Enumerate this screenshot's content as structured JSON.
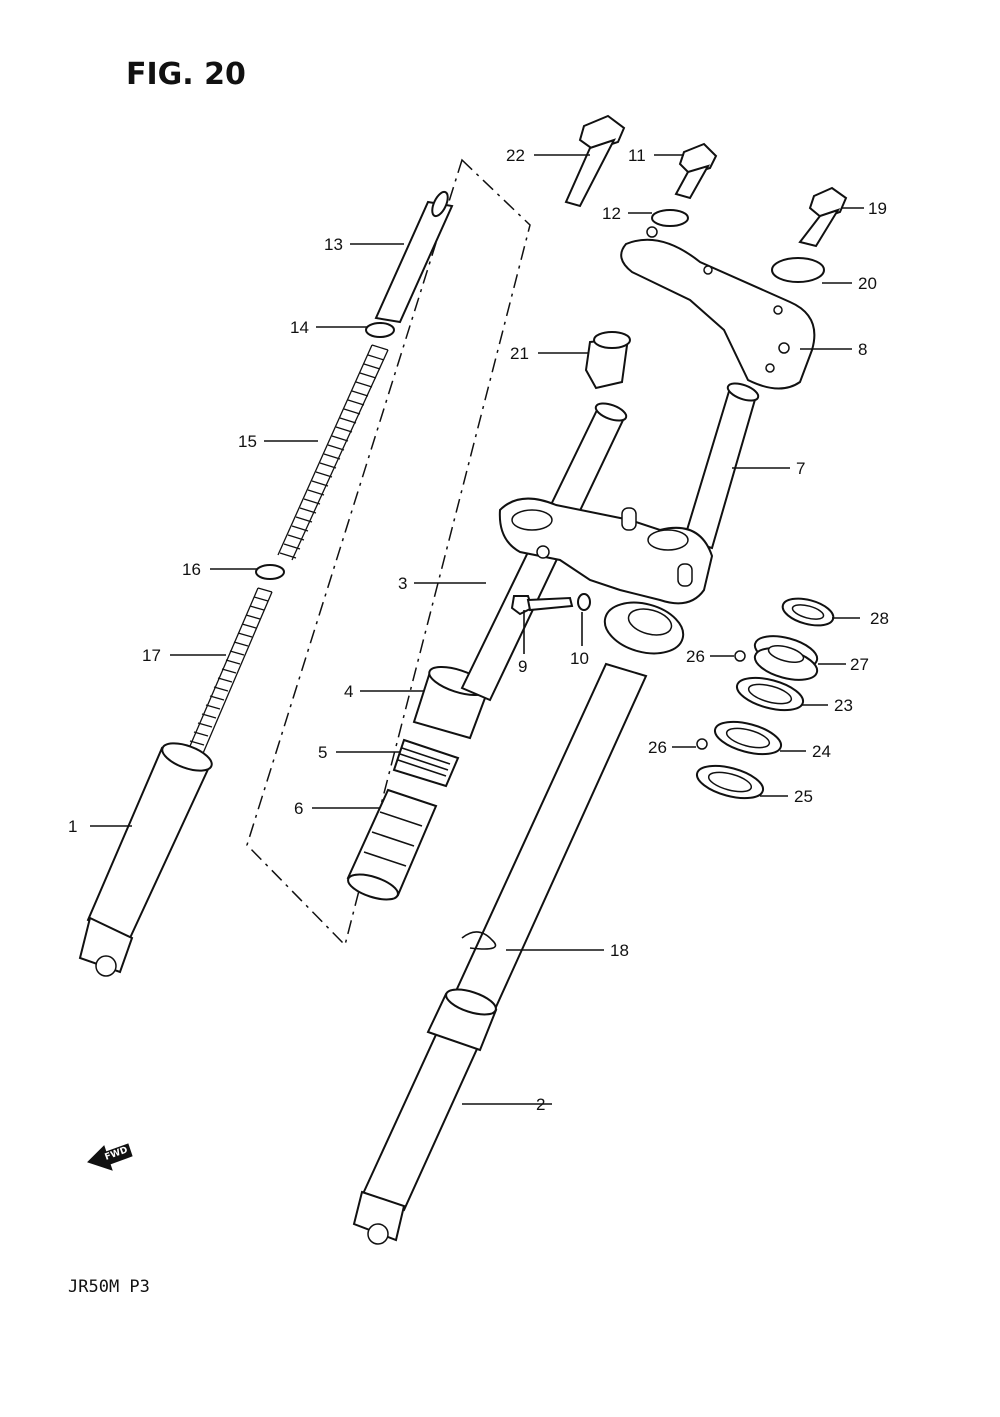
{
  "figure": {
    "title": "FIG. 20",
    "model_code": "JR50M  P3",
    "fwd_arrow_text": "FWD"
  },
  "callouts": [
    {
      "id": "c1",
      "label": "1"
    },
    {
      "id": "c2",
      "label": "2"
    },
    {
      "id": "c3",
      "label": "3"
    },
    {
      "id": "c4",
      "label": "4"
    },
    {
      "id": "c5",
      "label": "5"
    },
    {
      "id": "c6",
      "label": "6"
    },
    {
      "id": "c7",
      "label": "7"
    },
    {
      "id": "c8",
      "label": "8"
    },
    {
      "id": "c9",
      "label": "9"
    },
    {
      "id": "c10",
      "label": "10"
    },
    {
      "id": "c11",
      "label": "11"
    },
    {
      "id": "c12",
      "label": "12"
    },
    {
      "id": "c13",
      "label": "13"
    },
    {
      "id": "c14",
      "label": "14"
    },
    {
      "id": "c15",
      "label": "15"
    },
    {
      "id": "c16",
      "label": "16"
    },
    {
      "id": "c17",
      "label": "17"
    },
    {
      "id": "c18",
      "label": "18"
    },
    {
      "id": "c19",
      "label": "19"
    },
    {
      "id": "c20",
      "label": "20"
    },
    {
      "id": "c21",
      "label": "21"
    },
    {
      "id": "c22",
      "label": "22"
    },
    {
      "id": "c23",
      "label": "23"
    },
    {
      "id": "c24",
      "label": "24"
    },
    {
      "id": "c25",
      "label": "25"
    },
    {
      "id": "c26a",
      "label": "26"
    },
    {
      "id": "c26b",
      "label": "26"
    },
    {
      "id": "c27",
      "label": "27"
    },
    {
      "id": "c28",
      "label": "28"
    }
  ]
}
